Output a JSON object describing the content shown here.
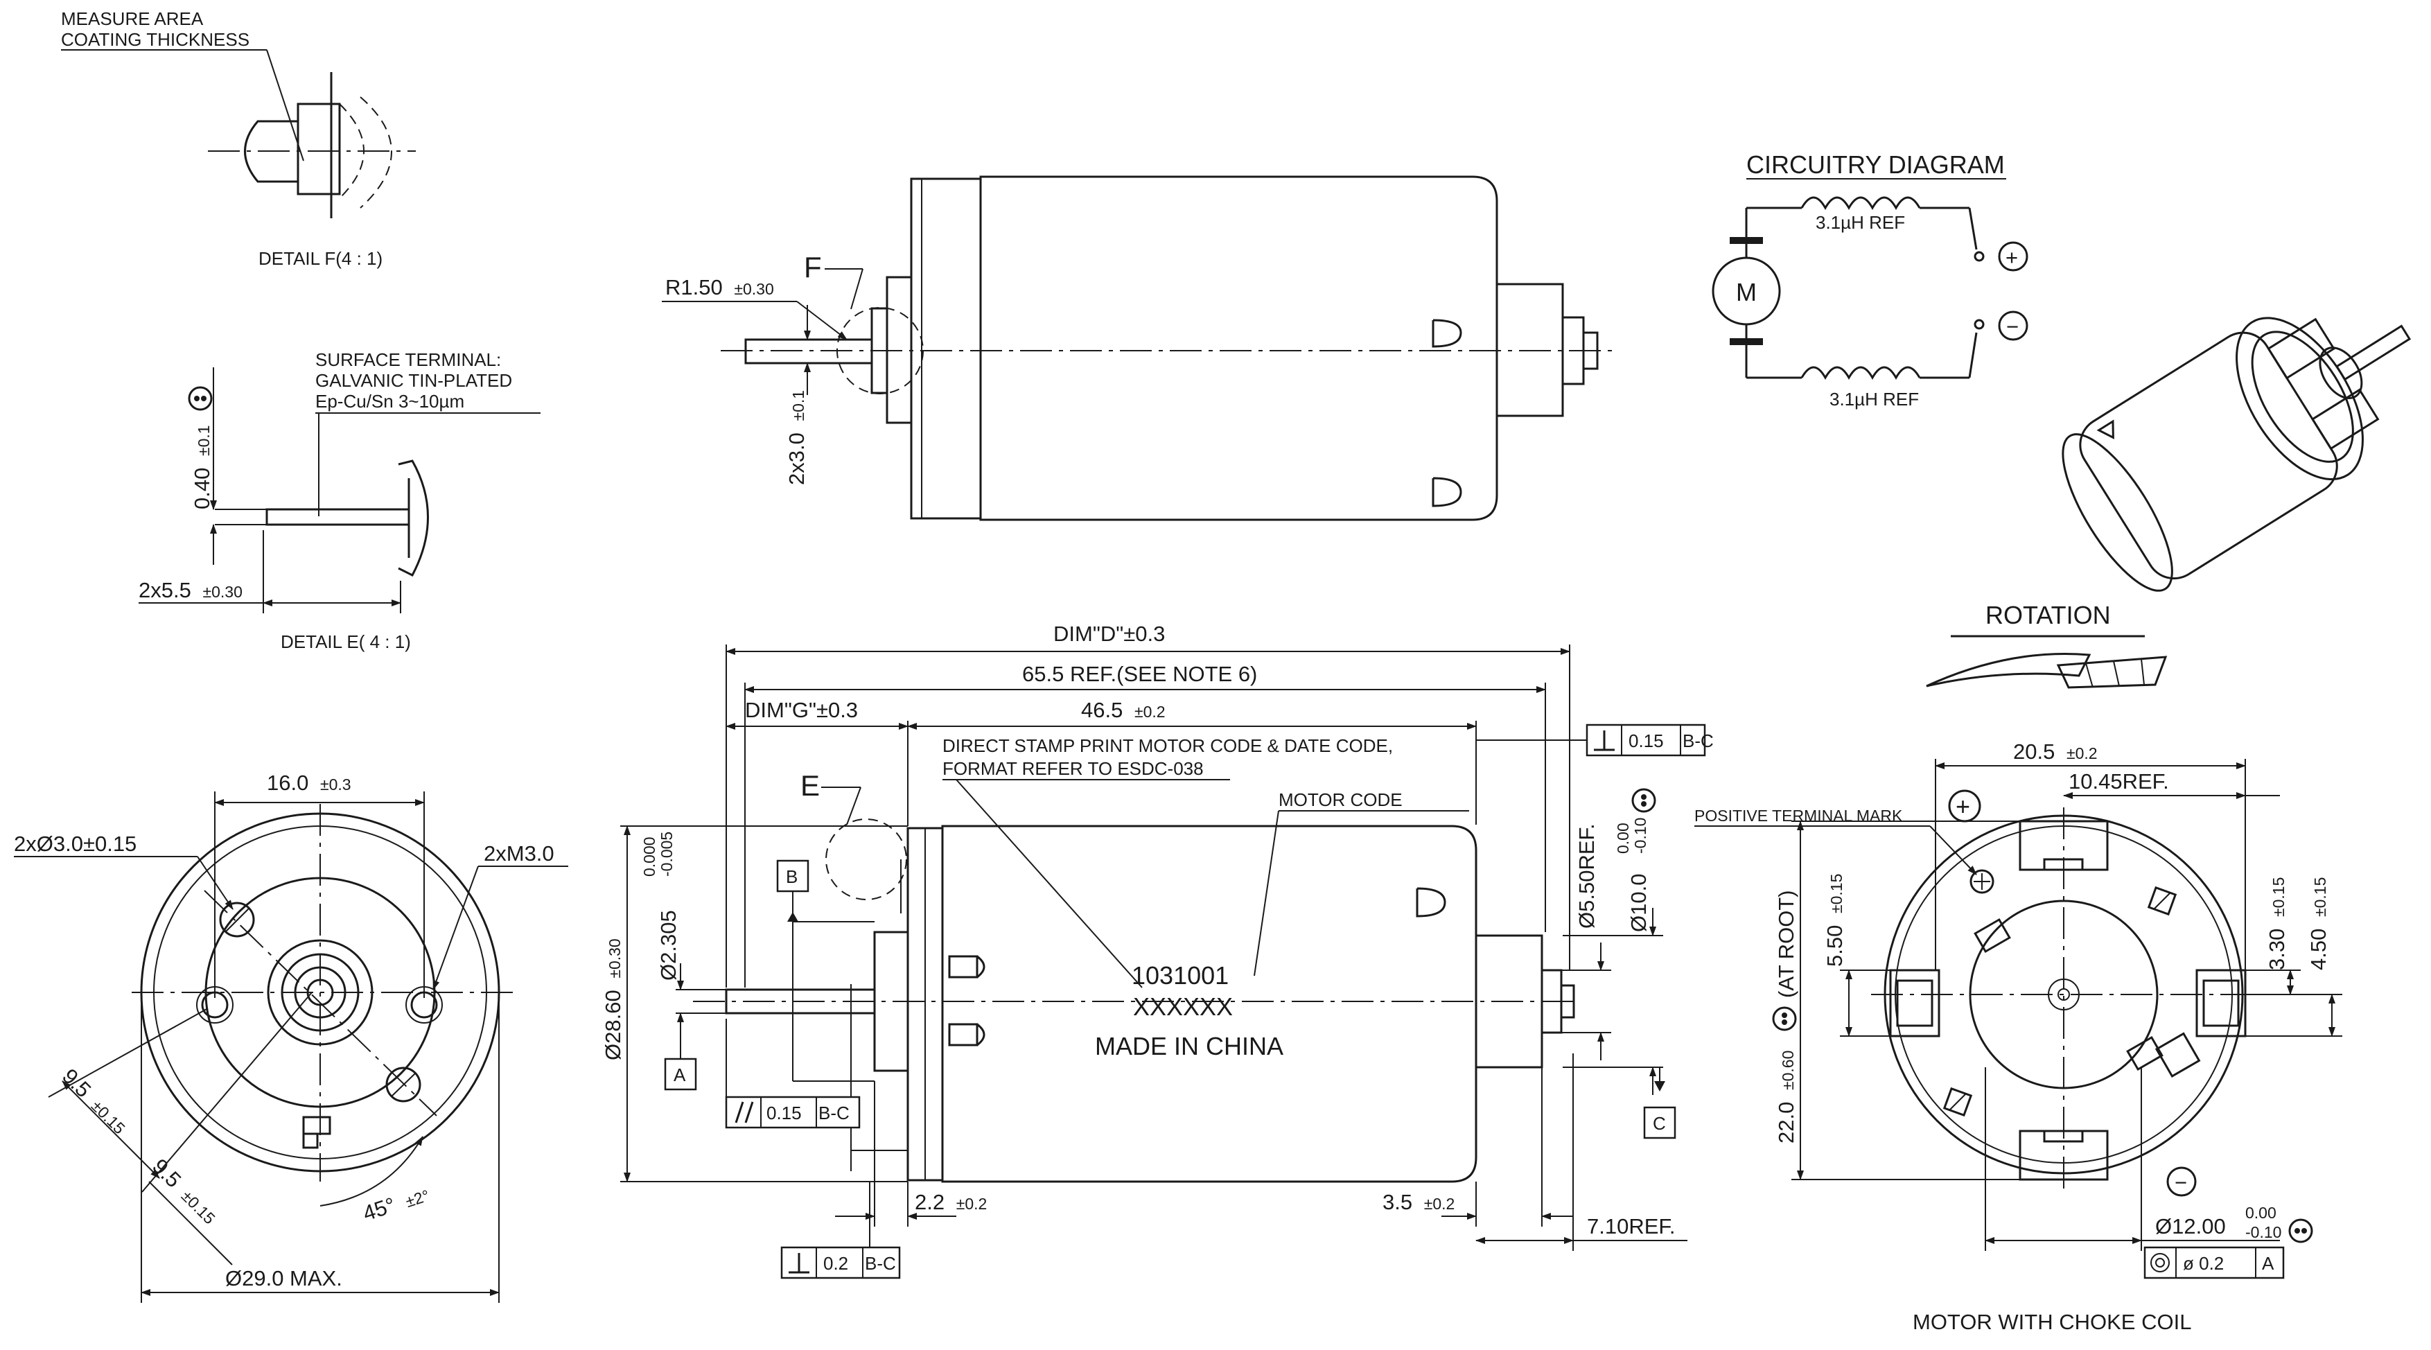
{
  "detail_f": {
    "note_line1": "MEASURE AREA",
    "note_line2": "COATING THICKNESS",
    "caption": "DETAIL  F(4 : 1)"
  },
  "detail_e": {
    "note_line1": "SURFACE TERMINAL:",
    "note_line2": "GALVANIC TIN-PLATED",
    "note_line3": "Ep-Cu/Sn 3~10µm",
    "thickness": "0.40",
    "thickness_tol": "±0.1",
    "width": "2x5.5",
    "width_tol": "±0.30",
    "caption": "DETAIL E( 4 : 1)"
  },
  "side_top": {
    "callout_f": "F",
    "radius": "R1.50",
    "radius_tol": "±0.30",
    "flat": "2x3.0",
    "flat_tol": "±0.1"
  },
  "circuitry": {
    "title": "CIRCUITRY DIAGRAM",
    "coil_top": "3.1µH REF",
    "coil_bottom": "3.1µH REF",
    "motor": "M",
    "plus": "+",
    "minus": "−"
  },
  "rotation": {
    "label": "ROTATION"
  },
  "front_view": {
    "spacing": "16.0",
    "spacing_tol": "±0.3",
    "holes": "2xØ3.0±0.15",
    "threads": "2xM3.0",
    "offset_a": "9.5",
    "offset_a_tol": "±0.15",
    "offset_b": "9.5",
    "offset_b_tol": "±0.15",
    "angle": "45°",
    "angle_tol": "±2°",
    "diameter": "Ø29.0 MAX."
  },
  "side_view": {
    "dim_d": "DIM\"D\"±0.3",
    "ref_length": "65.5 REF.(SEE NOTE 6)",
    "dim_g": "DIM\"G\"±0.3",
    "body": "46.5",
    "body_tol": "±0.2",
    "stamp_note1": "DIRECT STAMP PRINT MOTOR CODE & DATE CODE,",
    "stamp_note2": "FORMAT REFER TO ESDC-038",
    "motor_code_label": "MOTOR CODE",
    "callout_e": "E",
    "datum_b": "B",
    "datum_a": "A",
    "datum_c": "C",
    "code": "1031001",
    "date_code": "XXXXXX",
    "origin": "MADE IN CHINA",
    "shaft_dia": "Ø2.305",
    "shaft_tol_upper": "0.000",
    "shaft_tol_lower": "-0.005",
    "body_dia": "Ø28.60",
    "body_dia_tol": "±0.30",
    "boss_ref": "Ø5.50REF.",
    "boss_dia": "Ø10.0",
    "boss_tol_upper": "0.00",
    "boss_tol_lower": "-0.10",
    "runout_value": "0.15",
    "runout_datum": "B-C",
    "perp_top_value": "0.15",
    "perp_top_datum": "B-C",
    "perp_bot_value": "0.2",
    "perp_bot_datum": "B-C",
    "flange": "2.2",
    "flange_tol": "±0.2",
    "rear": "3.5",
    "rear_tol": "±0.2",
    "rear_ref": "7.10REF."
  },
  "rear_view": {
    "width": "20.5",
    "width_tol": "±0.2",
    "ref": "10.45REF.",
    "positive_mark": "POSITIVE TERMINAL MARK",
    "plus": "+",
    "minus": "−",
    "h1": "5.50",
    "h1_tol": "±0.15",
    "h2": "22.0",
    "h2_tol": "±0.60",
    "h2_note": "(AT ROOT)",
    "h3": "3.30",
    "h3_tol": "±0.15",
    "h4": "4.50",
    "h4_tol": "±0.15",
    "boss": "Ø12.00",
    "boss_tol_upper": "0.00",
    "boss_tol_lower": "-0.10",
    "conc_value": "ø  0.2",
    "conc_datum": "A",
    "caption": "MOTOR WITH CHOKE COIL"
  }
}
